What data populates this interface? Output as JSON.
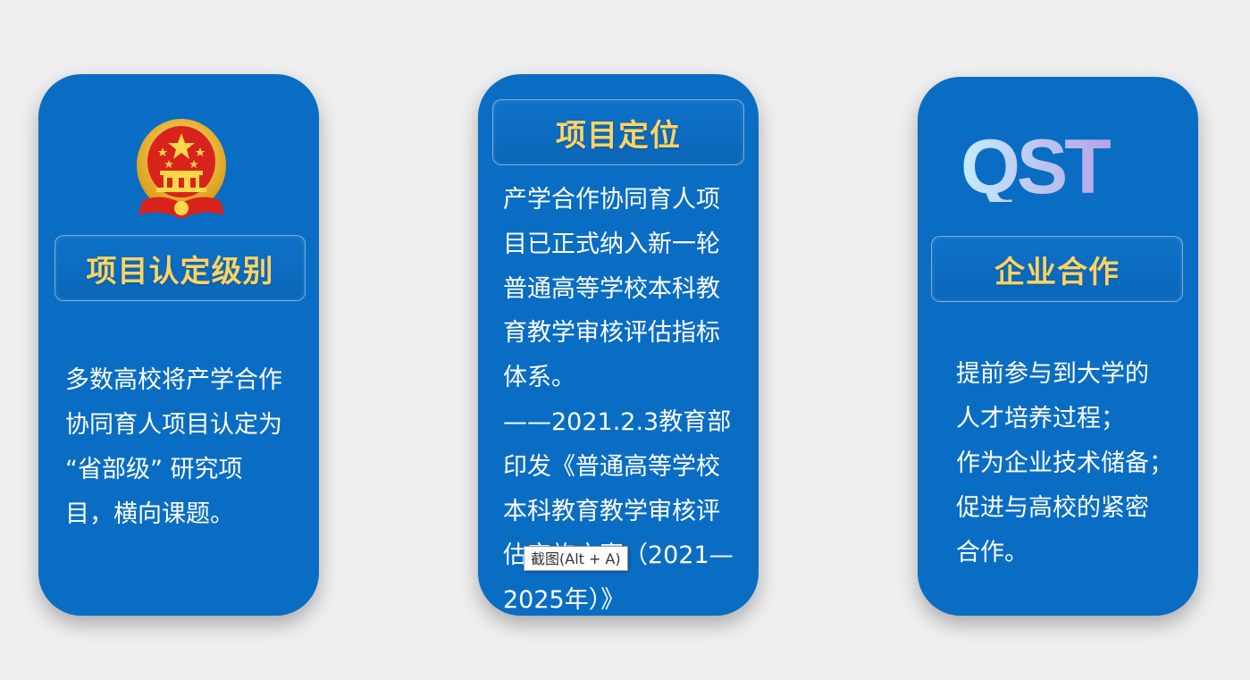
{
  "cards": [
    {
      "title": "项目认定级别",
      "icon": "national-emblem-icon",
      "body": "多数高校将产学合作\n协同育人项目认定为\n“省部级” 研究项\n目，横向课题。"
    },
    {
      "title": "项目定位",
      "body": "产学合作协同育人项\n目已正式纳入新一轮\n普通高等学校本科教\n育教学审核评估指标\n体系。\n——2021.2.3教育部\n印发《普通高等学校\n本科教育教学审核评\n估实施方案（2021—\n2025年）》"
    },
    {
      "title": "企业合作",
      "logo_text": "QST",
      "body": "提前参与到大学的\n人才培养过程；\n作为企业技术储备；\n促进与高校的紧密\n合作。"
    }
  ],
  "tooltip": {
    "label": "截图(Alt + A)"
  },
  "colors": {
    "page_background": "#efefef",
    "card_background": "#0a6dc4",
    "title_text": "#ffd363",
    "body_text": "#ffffff",
    "logo_gradient_start": "#bfe6ff",
    "logo_gradient_end": "#b8a6e8"
  }
}
